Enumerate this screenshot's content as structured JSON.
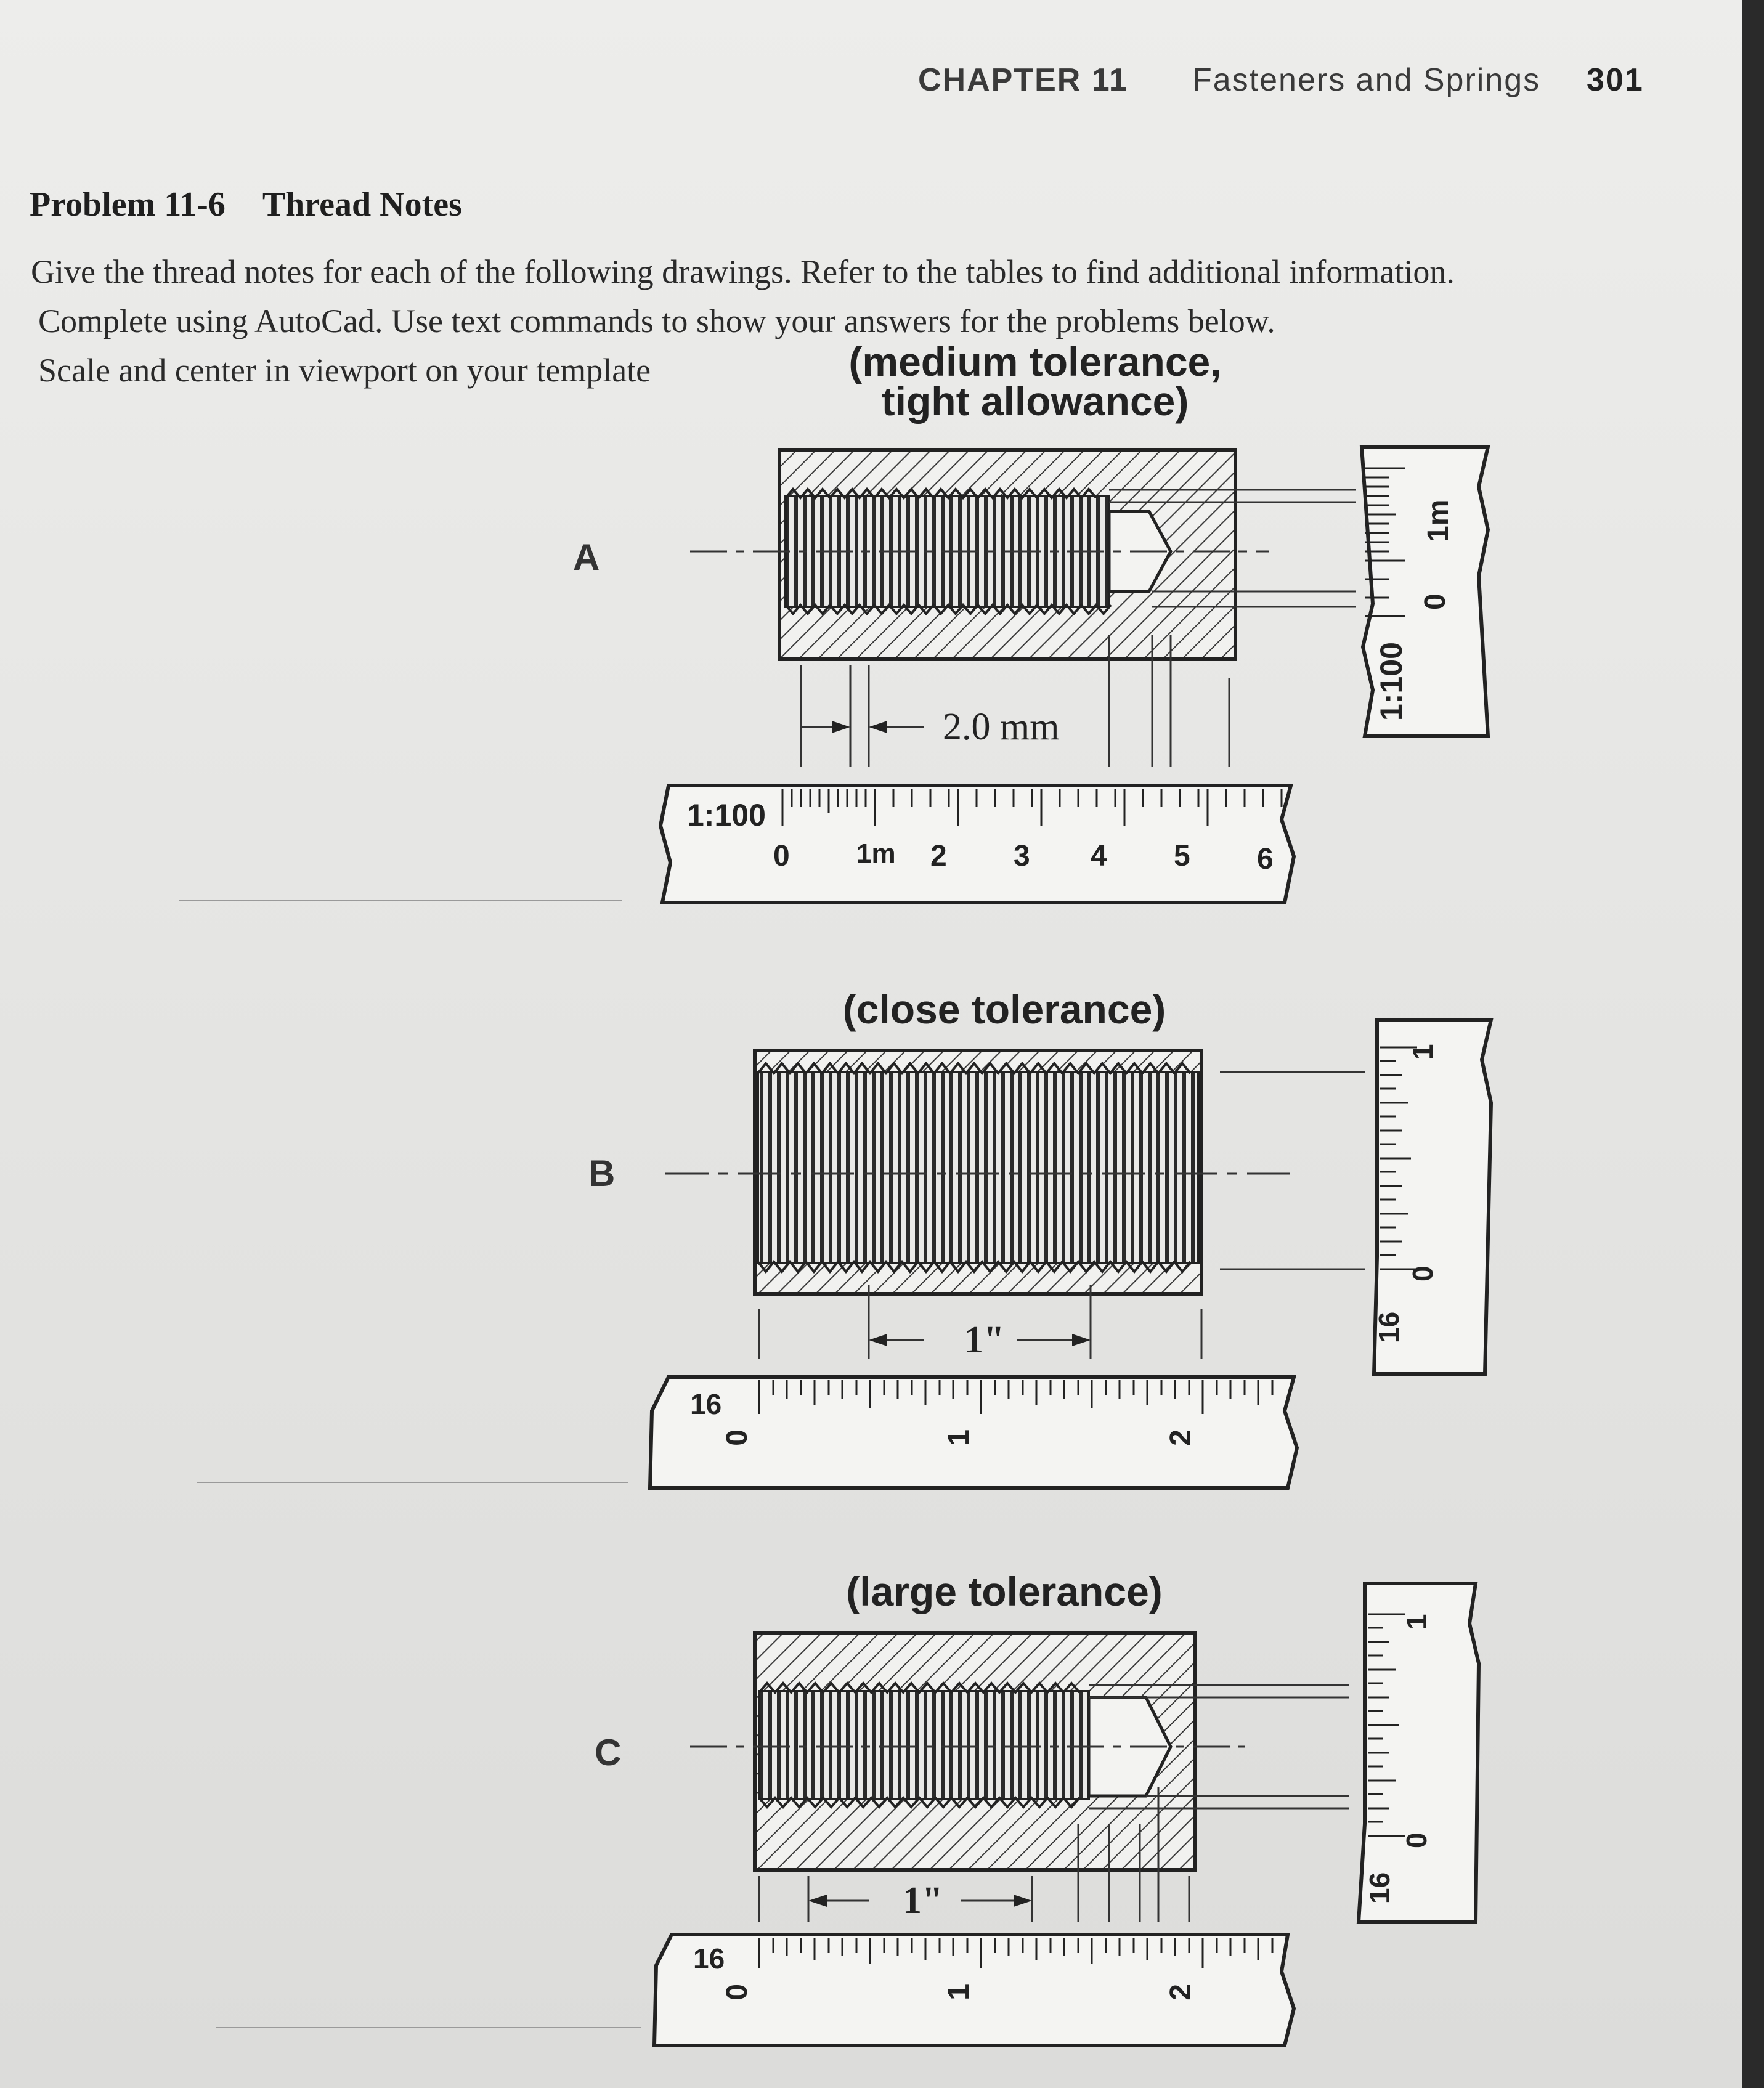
{
  "header": {
    "chapter": "CHAPTER 11",
    "section": "Fasteners and Springs",
    "page_number": "301"
  },
  "problem": {
    "number": "Problem 11-6",
    "title": "Thread Notes",
    "instructions": [
      "Give the thread notes for each of the following drawings. Refer to the tables to find additional information.",
      "Complete using AutoCad.  Use text commands to show your answers for the problems below.",
      "Scale and center in viewport on your template"
    ]
  },
  "drawings": {
    "a": {
      "label": "A",
      "note_line1": "(medium tolerance,",
      "note_line2": "tight allowance)",
      "dimension": "2.0 mm",
      "h_scale": {
        "ratio": "1:100",
        "ticks": [
          "0",
          "1m",
          "2",
          "3",
          "4",
          "5",
          "6"
        ]
      },
      "v_scale": {
        "ratio": "1:100",
        "ticks": [
          "0",
          "1m"
        ]
      }
    },
    "b": {
      "label": "B",
      "note": "(close tolerance)",
      "dimension": "1\"",
      "h_scale": {
        "ratio": "16",
        "ticks": [
          "0",
          "1",
          "2"
        ]
      },
      "v_scale": {
        "ratio": "16",
        "ticks": [
          "0",
          "1"
        ]
      }
    },
    "c": {
      "label": "C",
      "note": "(large tolerance)",
      "dimension": "1\"",
      "h_scale": {
        "ratio": "16",
        "ticks": [
          "0",
          "1",
          "2"
        ]
      },
      "v_scale": {
        "ratio": "16",
        "ticks": [
          "0",
          "1"
        ]
      }
    }
  }
}
